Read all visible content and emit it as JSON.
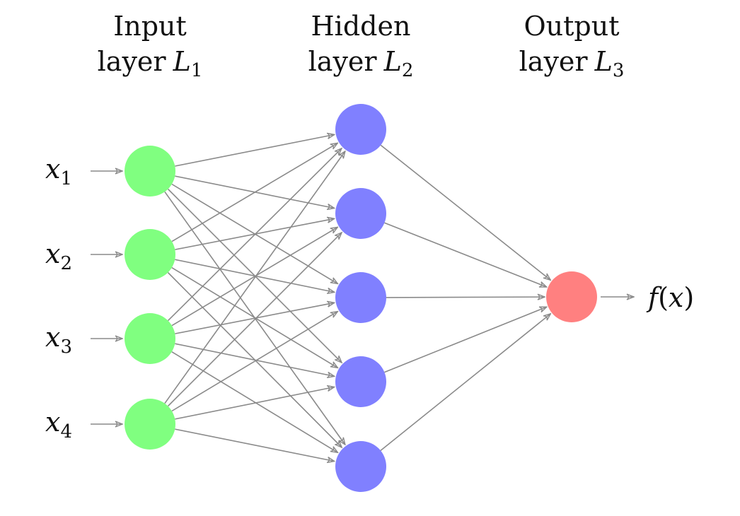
{
  "layers": [
    {
      "title_line1": "Input",
      "title_prefix": "layer",
      "symbol": "L",
      "subscript": "1",
      "color": "#80ff80",
      "nodes": 4
    },
    {
      "title_line1": "Hidden",
      "title_prefix": "layer",
      "symbol": "L",
      "subscript": "2",
      "color": "#8080ff",
      "nodes": 5
    },
    {
      "title_line1": "Output",
      "title_prefix": "layer",
      "symbol": "L",
      "subscript": "3",
      "color": "#ff8080",
      "nodes": 1
    }
  ],
  "inputs": [
    {
      "symbol": "x",
      "subscript": "1"
    },
    {
      "symbol": "x",
      "subscript": "2"
    },
    {
      "symbol": "x",
      "subscript": "3"
    },
    {
      "symbol": "x",
      "subscript": "4"
    }
  ],
  "output": {
    "fn": "f",
    "open": "(",
    "arg": "x",
    "close": ")"
  },
  "connection_color": "#8a8a8a"
}
